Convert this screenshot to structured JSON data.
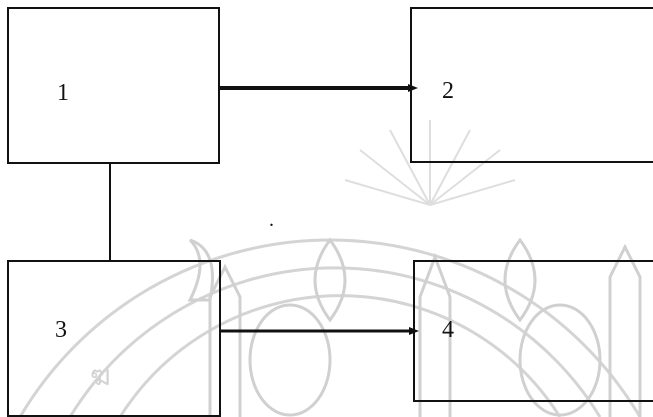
{
  "diagram": {
    "nodes": [
      {
        "id": "1",
        "label": "1"
      },
      {
        "id": "2",
        "label": "2"
      },
      {
        "id": "3",
        "label": "3"
      },
      {
        "id": "4",
        "label": "4"
      }
    ],
    "edges": [
      {
        "from": "1",
        "to": "2",
        "arrow": true,
        "weight": "thick"
      },
      {
        "from": "1",
        "to": "3",
        "arrow": false,
        "weight": "thin"
      },
      {
        "from": "3",
        "to": "4",
        "arrow": true,
        "weight": "medium"
      }
    ],
    "stray_mark": "."
  },
  "colors": {
    "ink": "#111111",
    "watermark": "#c8c8c8",
    "background": "#ffffff"
  },
  "watermark": {
    "icon": "university-seal-watermark-icon"
  }
}
